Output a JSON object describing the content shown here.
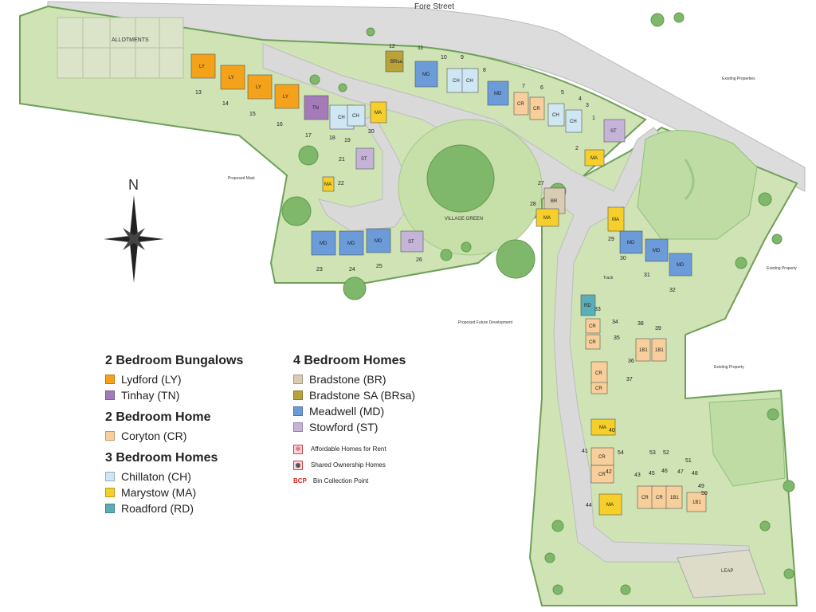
{
  "labels": {
    "fore_street": "Fore Street",
    "allotments": "ALLOTMENTS",
    "existing_properties_top": "Existing Properties",
    "existing_property_right": "Existing Property",
    "existing_property_mid": "Existing Property",
    "proposed_mast": "Proposed Mast",
    "village_green": "VILLAGE GREEN",
    "proposed_future_development": "Proposed Future Development",
    "track": "Track",
    "leap": "LEAP",
    "north": "N"
  },
  "legend": {
    "groups_left": [
      {
        "title": "2 Bedroom Bungalows",
        "items": [
          {
            "label": "Lydford (LY)",
            "color": "#f5a21b"
          },
          {
            "label": "Tinhay (TN)",
            "color": "#a57ab9"
          }
        ]
      },
      {
        "title": "2 Bedroom Home",
        "items": [
          {
            "label": "Coryton (CR)",
            "color": "#f8cf9b"
          }
        ]
      },
      {
        "title": "3 Bedroom Homes",
        "items": [
          {
            "label": "Chillaton (CH)",
            "color": "#cfe6f3"
          },
          {
            "label": "Marystow (MA)",
            "color": "#f7cf2a"
          },
          {
            "label": "Roadford (RD)",
            "color": "#5aaeb7"
          }
        ]
      }
    ],
    "groups_right": [
      {
        "title": "4 Bedroom Homes",
        "items": [
          {
            "label": "Bradstone (BR)",
            "color": "#d8ccb2"
          },
          {
            "label": "Bradstone SA  (BRsa)",
            "color": "#b9a23a"
          },
          {
            "label": "Meadwell (MD)",
            "color": "#6b9bd8"
          },
          {
            "label": "Stowford (ST)",
            "color": "#c5b4d8"
          }
        ]
      }
    ],
    "affordable": "Affordable Homes for Rent",
    "shared": "Shared Ownership Homes",
    "bcp_code": "BCP",
    "bcp_label": "Bin Collection Point"
  },
  "colors": {
    "grass": "#cfe3b5",
    "grass_dark": "#9ec98a",
    "road": "#d9d9d9",
    "path": "#efefef",
    "tree": "#7fb86a",
    "outline": "#6f9f5a"
  },
  "houses": [
    {
      "code": "LY",
      "type": "LY",
      "num": "13"
    },
    {
      "code": "LY",
      "type": "LY",
      "num": "14"
    },
    {
      "code": "LY",
      "type": "LY",
      "num": "15"
    },
    {
      "code": "LY",
      "type": "LY",
      "num": "16"
    },
    {
      "code": "TN",
      "type": "TN",
      "num": "17"
    },
    {
      "code": "CH",
      "type": "CH",
      "num": "18"
    },
    {
      "code": "CH",
      "type": "CH",
      "num": "19"
    },
    {
      "code": "MA",
      "type": "MA",
      "num": "20"
    },
    {
      "code": "BRsa",
      "type": "BRsa",
      "num": "12"
    },
    {
      "code": "MD",
      "type": "MD",
      "num": "11"
    },
    {
      "code": "CH",
      "type": "CH",
      "num": "10"
    },
    {
      "code": "CH",
      "type": "CH",
      "num": "9"
    },
    {
      "code": "MD",
      "type": "MD",
      "num": "8"
    },
    {
      "code": "CR",
      "type": "CR",
      "num": "7"
    },
    {
      "code": "CR",
      "type": "CR",
      "num": "6"
    },
    {
      "code": "CH",
      "type": "CH",
      "num": "5"
    },
    {
      "code": "CH",
      "type": "CH",
      "num": "4"
    },
    {
      "code": "ST",
      "type": "ST",
      "num": "1"
    },
    {
      "code": "MA",
      "type": "MA",
      "num": "2"
    },
    {
      "code": "ST",
      "type": "ST",
      "num": "21"
    },
    {
      "code": "MA",
      "type": "MA",
      "num": "22"
    },
    {
      "code": "BR",
      "type": "BR",
      "num": "27"
    },
    {
      "code": "MA",
      "type": "MA",
      "num": "28"
    },
    {
      "code": "MD",
      "type": "MD",
      "num": "23"
    },
    {
      "code": "MD",
      "type": "MD",
      "num": "24"
    },
    {
      "code": "MD",
      "type": "MD",
      "num": "25"
    },
    {
      "code": "ST",
      "type": "ST",
      "num": "26"
    },
    {
      "code": "MA",
      "type": "MA",
      "num": "29"
    },
    {
      "code": "MD",
      "type": "MD",
      "num": "30"
    },
    {
      "code": "MD",
      "type": "MD",
      "num": "31"
    },
    {
      "code": "MD",
      "type": "MD",
      "num": "32"
    },
    {
      "code": "RD",
      "type": "RD",
      "num": "33"
    },
    {
      "code": "CR",
      "type": "CR",
      "num": "34"
    },
    {
      "code": "CR",
      "type": "CR",
      "num": "35"
    },
    {
      "code": "1B1",
      "type": "CR",
      "num": "38"
    },
    {
      "code": "1B1",
      "type": "CR",
      "num": "39"
    },
    {
      "code": "CR",
      "type": "CR",
      "num": "36"
    },
    {
      "code": "CR",
      "type": "CR",
      "num": "37"
    },
    {
      "code": "MA",
      "type": "MA",
      "num": "40"
    },
    {
      "code": "CR",
      "type": "CR",
      "num": "41"
    },
    {
      "code": "CR",
      "type": "CR",
      "num": "42"
    },
    {
      "code": "MA",
      "type": "MA",
      "num": "44"
    },
    {
      "code": "CR",
      "type": "CR",
      "num": "45"
    },
    {
      "code": "CR",
      "type": "CR",
      "num": "46"
    },
    {
      "code": "1B1",
      "type": "CR",
      "num": "47"
    },
    {
      "code": "1B1",
      "type": "CR",
      "num": "49"
    }
  ],
  "extra_plot_numbers": [
    "3",
    "43",
    "48",
    "50",
    "51",
    "52",
    "53",
    "54"
  ]
}
